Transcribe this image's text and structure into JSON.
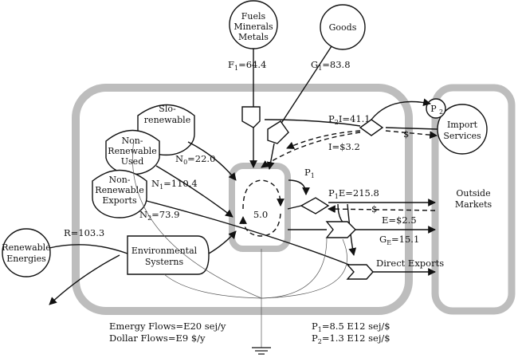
{
  "sources": {
    "fuels": {
      "line1": "Fuels",
      "line2": "Minerals",
      "line3": "Metals"
    },
    "goods": {
      "label": "Goods"
    },
    "slo_renewable": {
      "line1": "Slo-",
      "line2": "renewable"
    },
    "non_renewable_used": {
      "line1": "Non-",
      "line2": "Renewable",
      "line3": "Used"
    },
    "non_renewable_exports": {
      "line1": "Non-",
      "line2": "Renewable",
      "line3": "Exports"
    },
    "renewable": {
      "line1": "Renewable",
      "line2": "Energies"
    },
    "import_services": {
      "line1": "Import",
      "line2": "Services"
    }
  },
  "nodes": {
    "environmental": {
      "line1": "Environmental",
      "line2": "Systerns"
    },
    "outside_markets": {
      "line1": "Outside",
      "line2": "Markets"
    },
    "storage_value": "5.0",
    "p2_circle": {
      "main": "P",
      "sub": "2"
    }
  },
  "flows": {
    "f1": {
      "main": "F",
      "sub": "1",
      "rest": "=64.4"
    },
    "g1": {
      "main": "G",
      "sub": "1",
      "rest": "=83.8"
    },
    "n0": {
      "main": "N",
      "sub": "0",
      "rest": "=22.0"
    },
    "n1": {
      "main": "N",
      "sub": "1",
      "rest": "=110.4"
    },
    "n2": {
      "main": "N",
      "sub": "2",
      "rest": "=73.9"
    },
    "r": "R=103.3",
    "p2i": {
      "main": "P",
      "sub": "2",
      "rest": "I=41.1"
    },
    "i": "I=$3.2",
    "dollar_in": "$",
    "p1": {
      "main": "P",
      "sub": "1"
    },
    "p1e": {
      "main": "P",
      "sub": "1",
      "rest": "E=215.8"
    },
    "dollar_out": "$",
    "e": "E=$2.5",
    "ge": {
      "main": "G",
      "sub": "E",
      "rest": "=15.1"
    },
    "direct_exports": "Direct Exports"
  },
  "footer": {
    "emergy": "Emergy Flows=E20 sej/y",
    "dollar": "Dollar Flows=E9 $/y",
    "p1": {
      "main": "P",
      "sub": "1",
      "rest": "=8.5 E12 sej/$"
    },
    "p2": {
      "main": "P",
      "sub": "2",
      "rest": "=1.3 E12 sej/$"
    }
  }
}
